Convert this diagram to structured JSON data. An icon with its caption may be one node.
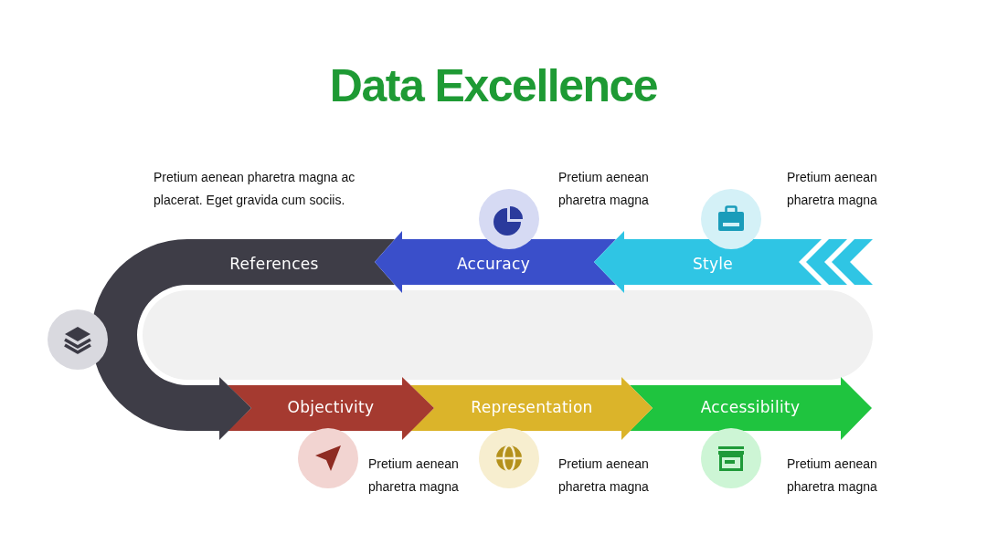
{
  "diagram": {
    "title": "Data Excellence",
    "nodes": [
      {
        "text": [
          "References"
        ],
        "beside": [
          "Pretium aenean pharetra magna ac placerat. Eget gravida cum sociis."
        ]
      },
      {
        "text": [
          "Accuracy"
        ],
        "beside": [
          "Pretium aenean pharetra magna"
        ]
      },
      {
        "text": [
          "Style"
        ],
        "beside": [
          "Pretium aenean pharetra magna"
        ]
      },
      {
        "text": [
          "Objectivity"
        ],
        "beside": [
          "Pretium aenean pharetra magna"
        ]
      },
      {
        "text": [
          "Representation"
        ],
        "beside": [
          "Pretium aenean pharetra magna"
        ]
      },
      {
        "text": [
          "Accessibility"
        ],
        "beside": [
          "Pretium aenean pharetra magna"
        ]
      }
    ]
  }
}
